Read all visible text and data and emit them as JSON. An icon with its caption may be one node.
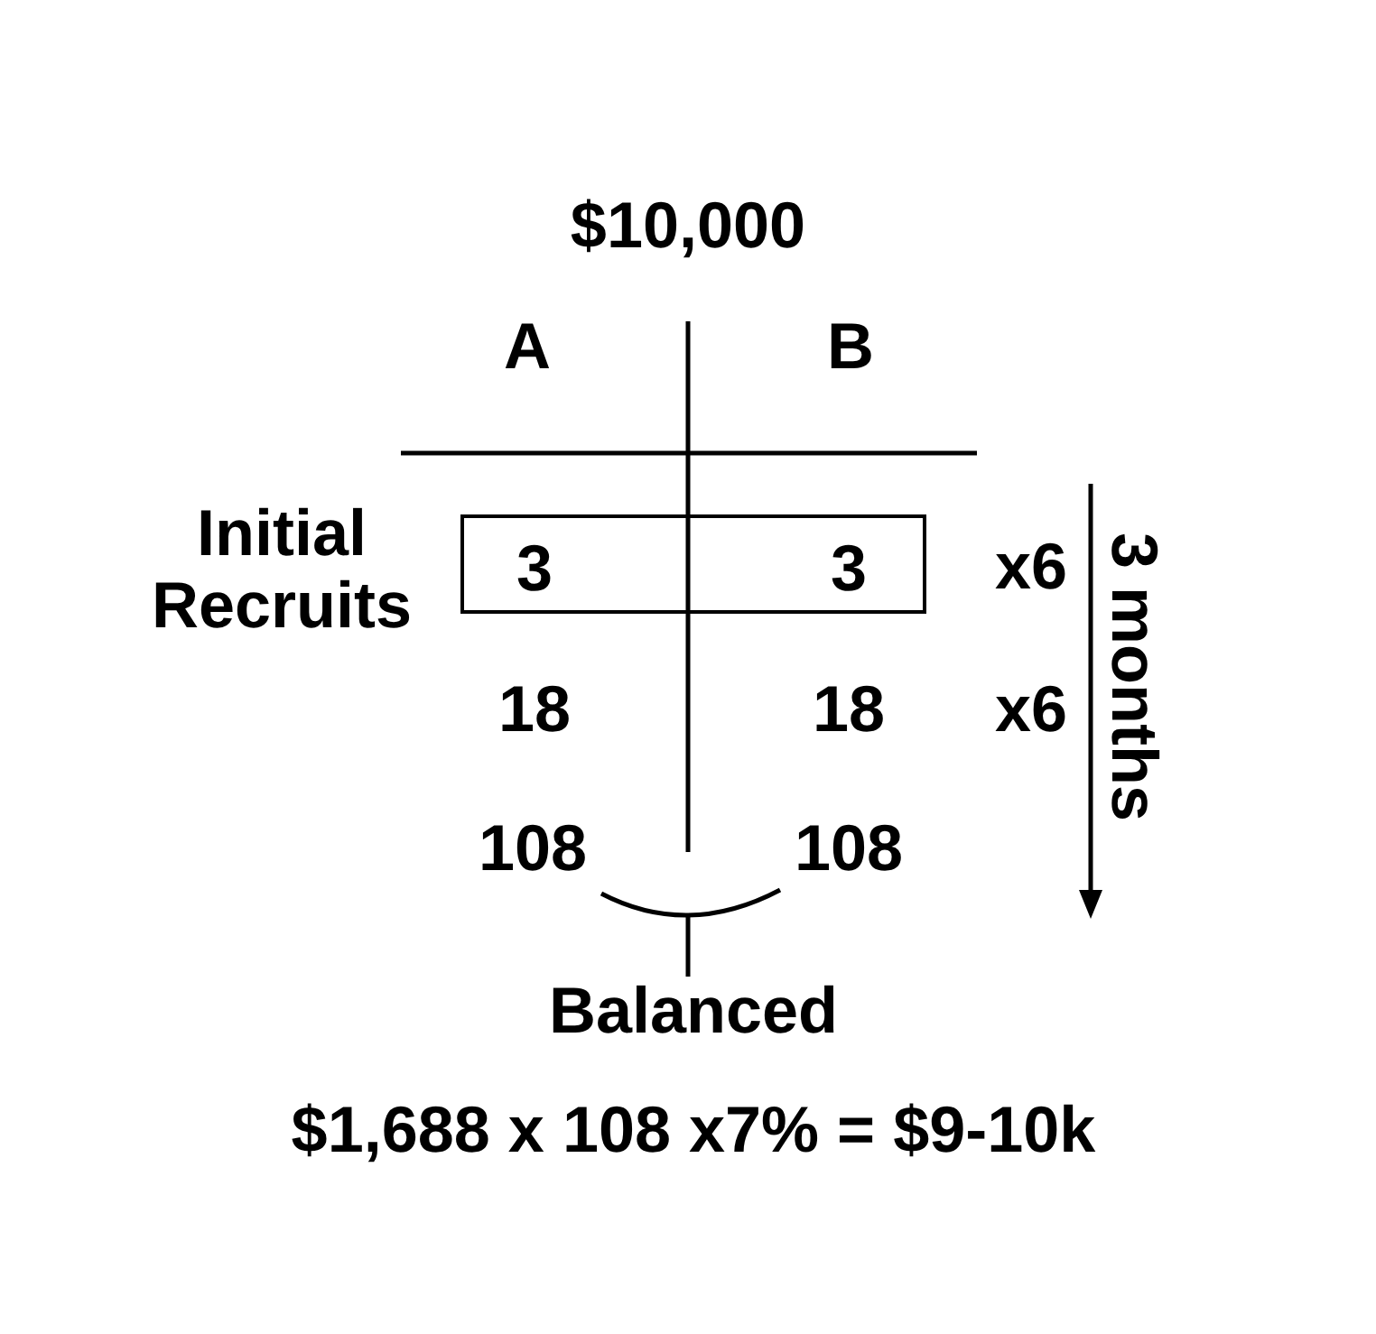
{
  "diagram": {
    "title": "$10,000",
    "nodes": [
      {
        "text": [
          "3",
          "3"
        ],
        "beside": [
          "Initial Recruits"
        ]
      }
    ],
    "edges": [],
    "labels": [
      "A",
      "B",
      "x6",
      "18",
      "18",
      "x6",
      "108",
      "108",
      "3 months",
      "Balanced",
      "$1,688 x 108 x7% = $9-10k"
    ]
  }
}
